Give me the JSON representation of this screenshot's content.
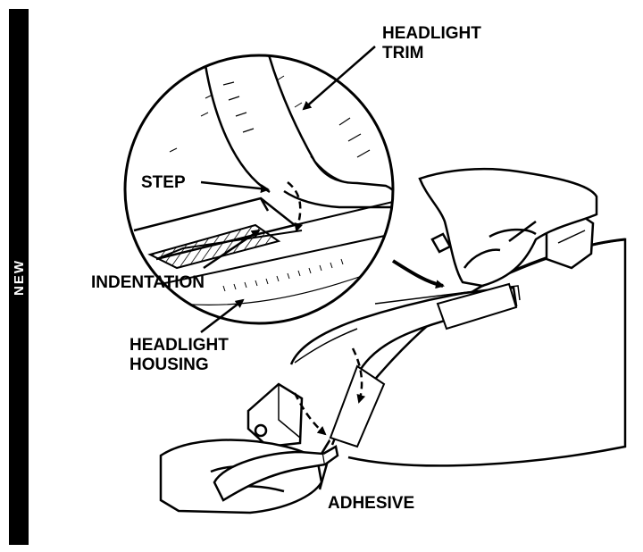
{
  "side_tab": {
    "label": "NEW"
  },
  "labels": {
    "headlight_trim_line1": "HEADLIGHT",
    "headlight_trim_line2": "TRIM",
    "step": "STEP",
    "indentation": "INDENTATION",
    "headlight_housing_line1": "HEADLIGHT",
    "headlight_housing_line2": "HOUSING",
    "adhesive": "ADHESIVE"
  }
}
